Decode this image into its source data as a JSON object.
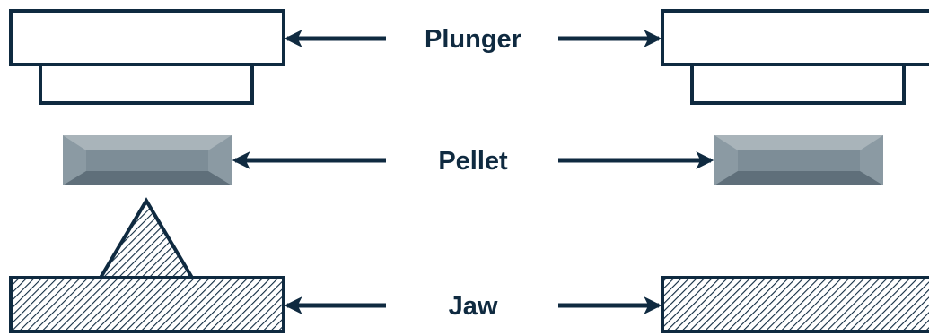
{
  "labels": {
    "plunger": "Plunger",
    "pellet": "Pellet",
    "jaw": "Jaw"
  },
  "colors": {
    "outline": "#0f2a40",
    "pellet_fill": "#7f8f99",
    "hatch": "#0f2a40",
    "background": "#ffffff"
  }
}
